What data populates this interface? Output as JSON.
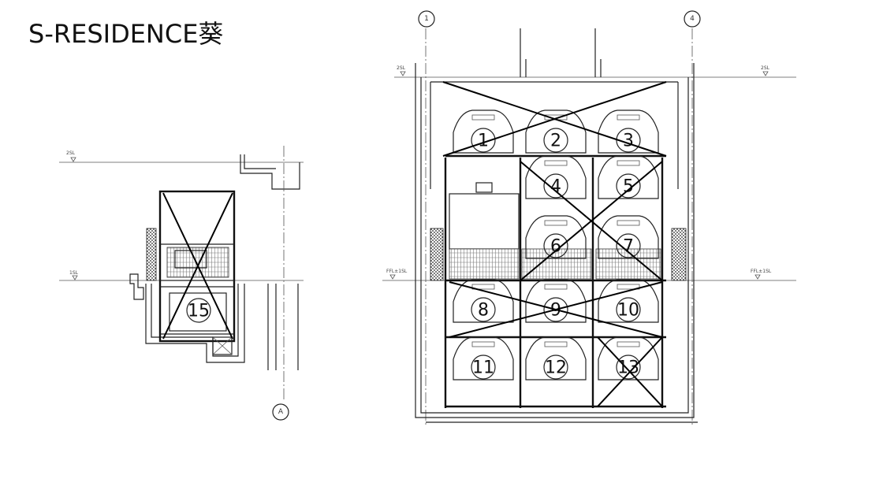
{
  "title": "S-RESIDENCE葵",
  "side_section": {
    "level_labels": [
      "2SL",
      "1SL"
    ],
    "grid_axis": "A",
    "pallet": {
      "number": "15",
      "crossed": true
    }
  },
  "main_section": {
    "level_labels": [
      "2SL",
      "2SL",
      "FFL±1SL",
      "FFL±1SL"
    ],
    "grid_axes": [
      "1",
      "4"
    ],
    "pallets": [
      {
        "number": "1",
        "crossed": true
      },
      {
        "number": "2",
        "crossed": true
      },
      {
        "number": "3",
        "crossed": true
      },
      {
        "number": "4",
        "crossed": true
      },
      {
        "number": "5",
        "crossed": true
      },
      {
        "number": "6",
        "crossed": true
      },
      {
        "number": "7",
        "crossed": true
      },
      {
        "number": "8",
        "crossed": true
      },
      {
        "number": "9",
        "crossed": true
      },
      {
        "number": "10",
        "crossed": true
      },
      {
        "number": "11",
        "crossed": false
      },
      {
        "number": "12",
        "crossed": false
      },
      {
        "number": "13",
        "crossed": true
      }
    ]
  }
}
